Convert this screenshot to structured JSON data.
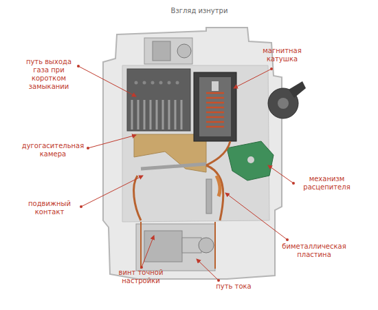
{
  "diagram": {
    "title": "Взгляд изнутри",
    "labels": [
      "путь выхода газа при коротком замыкании",
      "магнитная катушка",
      "дугогасительная камера",
      "механизм расцепителя",
      "подвижный контакт",
      "биметаллическая пластина",
      "винт точной настройки",
      "путь тока"
    ]
  }
}
